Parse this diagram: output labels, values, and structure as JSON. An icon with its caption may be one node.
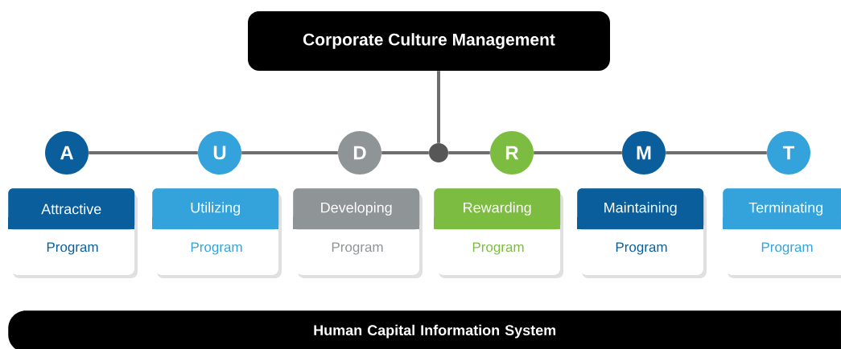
{
  "diagram": {
    "nodes": [
      {
        "text": [
          "Corporate Culture Management"
        ]
      },
      {
        "text": [],
        "shape": "circle"
      },
      {
        "text": [
          "A"
        ]
      },
      {
        "text": [
          "U"
        ]
      },
      {
        "text": [
          "D"
        ]
      },
      {
        "text": [
          "R"
        ]
      },
      {
        "text": [
          "M"
        ]
      },
      {
        "text": [
          "T"
        ]
      },
      {
        "text": [
          "Attractive",
          "Program"
        ]
      },
      {
        "text": [
          "Utilizing",
          "Program"
        ]
      },
      {
        "text": [
          "Developing",
          "Program"
        ]
      },
      {
        "text": [
          "Rewarding",
          "Program"
        ]
      },
      {
        "text": [
          "Maintaining",
          "Program"
        ]
      },
      {
        "text": [
          "Terminating",
          "Program"
        ]
      },
      {
        "text": [
          "Human Capital Information System"
        ]
      }
    ],
    "edges": [
      {
        "from": 0,
        "to": 1,
        "arrow": "none"
      },
      {
        "from": 2,
        "to": 3,
        "arrow": "none"
      },
      {
        "from": 3,
        "to": 4,
        "arrow": "none"
      },
      {
        "from": 4,
        "to": 1,
        "arrow": "none"
      },
      {
        "from": 1,
        "to": 5,
        "arrow": "none"
      },
      {
        "from": 5,
        "to": 6,
        "arrow": "none"
      },
      {
        "from": 6,
        "to": 7,
        "arrow": "none"
      }
    ]
  }
}
